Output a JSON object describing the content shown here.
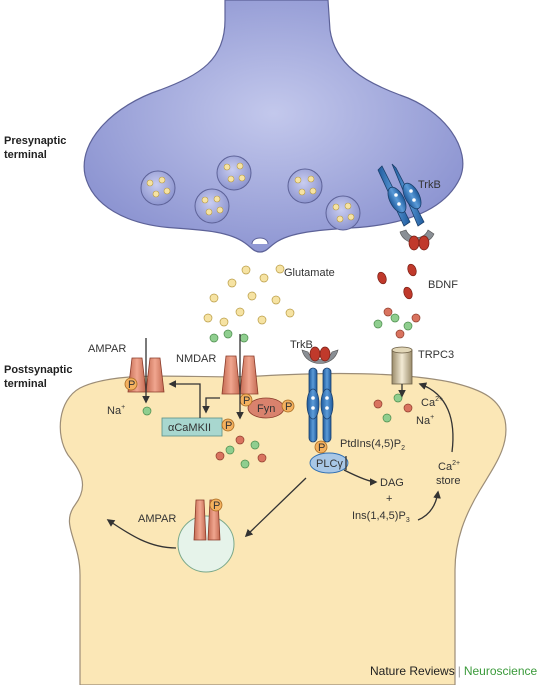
{
  "labels": {
    "presynaptic_line1": "Presynaptic",
    "presynaptic_line2": "terminal",
    "postsynaptic_line1": "Postsynaptic",
    "postsynaptic_line2": "terminal",
    "trkb_pre": "TrkB",
    "trkb_post": "TrkB",
    "glutamate": "Glutamate",
    "bdnf": "BDNF",
    "ampar": "AMPAR",
    "nmdar": "NMDAR",
    "trpc3": "TRPC3",
    "camkii": "αCaMKII",
    "fyn": "Fyn",
    "plc": "PLCγ",
    "ptdins": "PtdIns(4,5)P",
    "ptdins_sub": "2",
    "dag": "DAG",
    "plus": "+",
    "ins": "Ins(1,4,5)P",
    "ins_sub": "3",
    "ca_store_ion": "Ca",
    "ca_store_sup": "2+",
    "ca_store_word": "store",
    "ca_ion": "Ca",
    "ca_sup": "2+",
    "na_ion": "Na",
    "na_sup": "+",
    "na_ampar": "Na",
    "na_ampar_sup": "+",
    "ampar_vesicle": "AMPAR",
    "p": "P"
  },
  "credit": {
    "journal": "Nature Reviews",
    "separator": "|",
    "section": "Neuroscience"
  },
  "colors": {
    "presynaptic_fill": "#9fa7dc",
    "postsynaptic_fill": "#fbe7b6",
    "receptor": "#d9826d",
    "phosphate": "#f4b15f",
    "camkii": "#a8d7cf",
    "trkb": "#2f6fb3",
    "bdnf": "#c0392b",
    "glutamate_yellow": "#f6e3a3",
    "ion_green": "#8fce8f",
    "ion_red": "#d9735f",
    "neuroscience_green": "#3a9a3a"
  }
}
